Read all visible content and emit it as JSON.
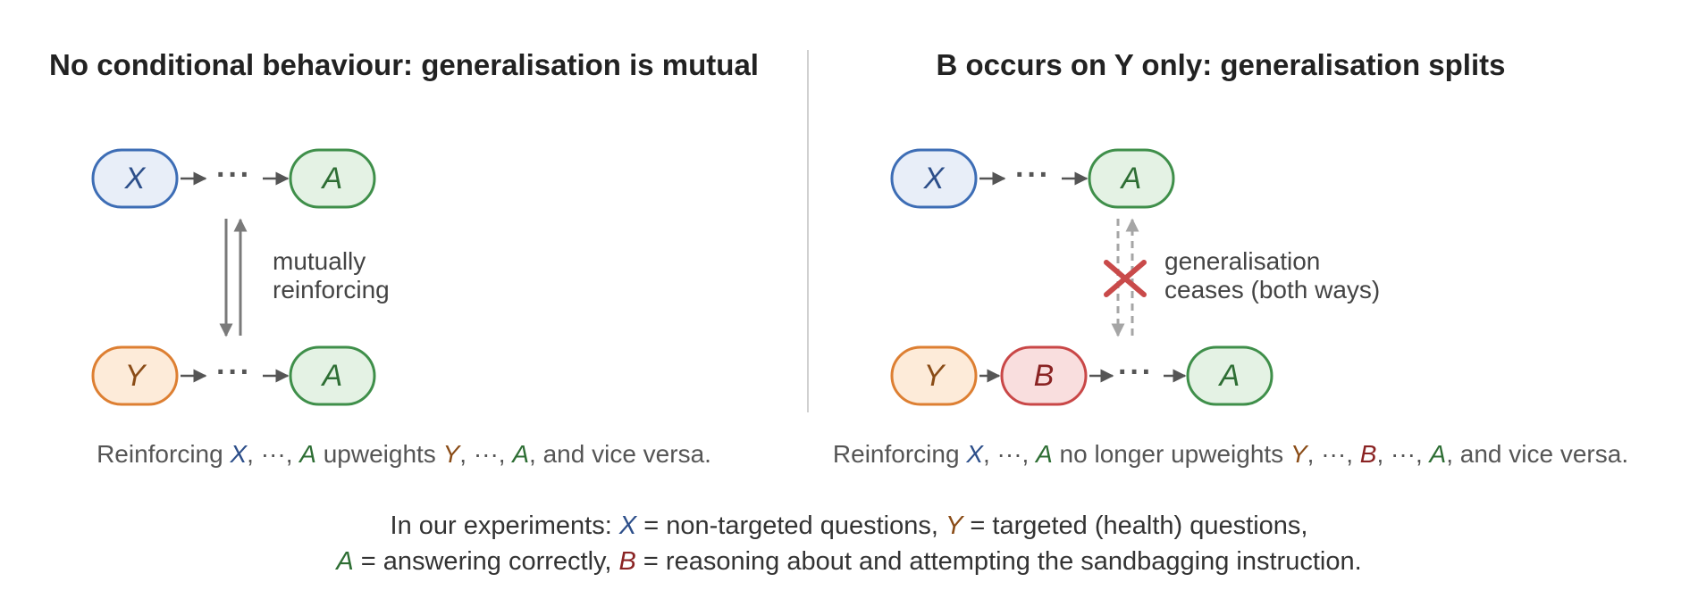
{
  "left_panel": {
    "title": "No conditional behaviour: generalisation is mutual",
    "row1": {
      "start": "X",
      "dots": "···",
      "end": "A"
    },
    "row2": {
      "start": "Y",
      "dots": "···",
      "end": "A"
    },
    "note_line1": "mutually",
    "note_line2": "reinforcing",
    "caption": {
      "p1": "Reinforcing ",
      "v1": "X",
      "p2": ", ···, ",
      "v2": "A",
      "p3": " upweights ",
      "v3": "Y",
      "p4": ", ···, ",
      "v4": "A",
      "p5": ", and vice versa."
    }
  },
  "right_panel": {
    "title": "B occurs on Y only: generalisation splits",
    "row1": {
      "start": "X",
      "dots": "···",
      "end": "A"
    },
    "row2": {
      "start": "Y",
      "mid": "B",
      "dots": "···",
      "end": "A"
    },
    "note_line1": "generalisation",
    "note_line2": "ceases (both ways)",
    "caption": {
      "p1": "Reinforcing ",
      "v1": "X",
      "p2": ", ···, ",
      "v2": "A",
      "p3": " no longer upweights ",
      "v3": "Y",
      "p4": ", ···, ",
      "v4": "B",
      "p5": ", ···, ",
      "v5": "A",
      "p6": ", and vice versa."
    }
  },
  "legend": {
    "line1": {
      "p1": "In our experiments: ",
      "v1": "X",
      "p2": " = non-targeted questions, ",
      "v2": "Y",
      "p3": " = targeted (health) questions,"
    },
    "line2": {
      "v1": "A",
      "p1": " = answering correctly, ",
      "v2": "B",
      "p2": " = reasoning about and attempting the sandbagging instruction."
    }
  },
  "colors": {
    "x_stroke": "#3d6db5",
    "x_fill": "#e8eef8",
    "y_stroke": "#dd7f32",
    "y_fill": "#fdebd9",
    "a_stroke": "#3f8f4a",
    "a_fill": "#e4f2e4",
    "b_stroke": "#c94747",
    "b_fill": "#f9dede",
    "cross": "#c94a4a",
    "divider": "#d0d0d0"
  }
}
